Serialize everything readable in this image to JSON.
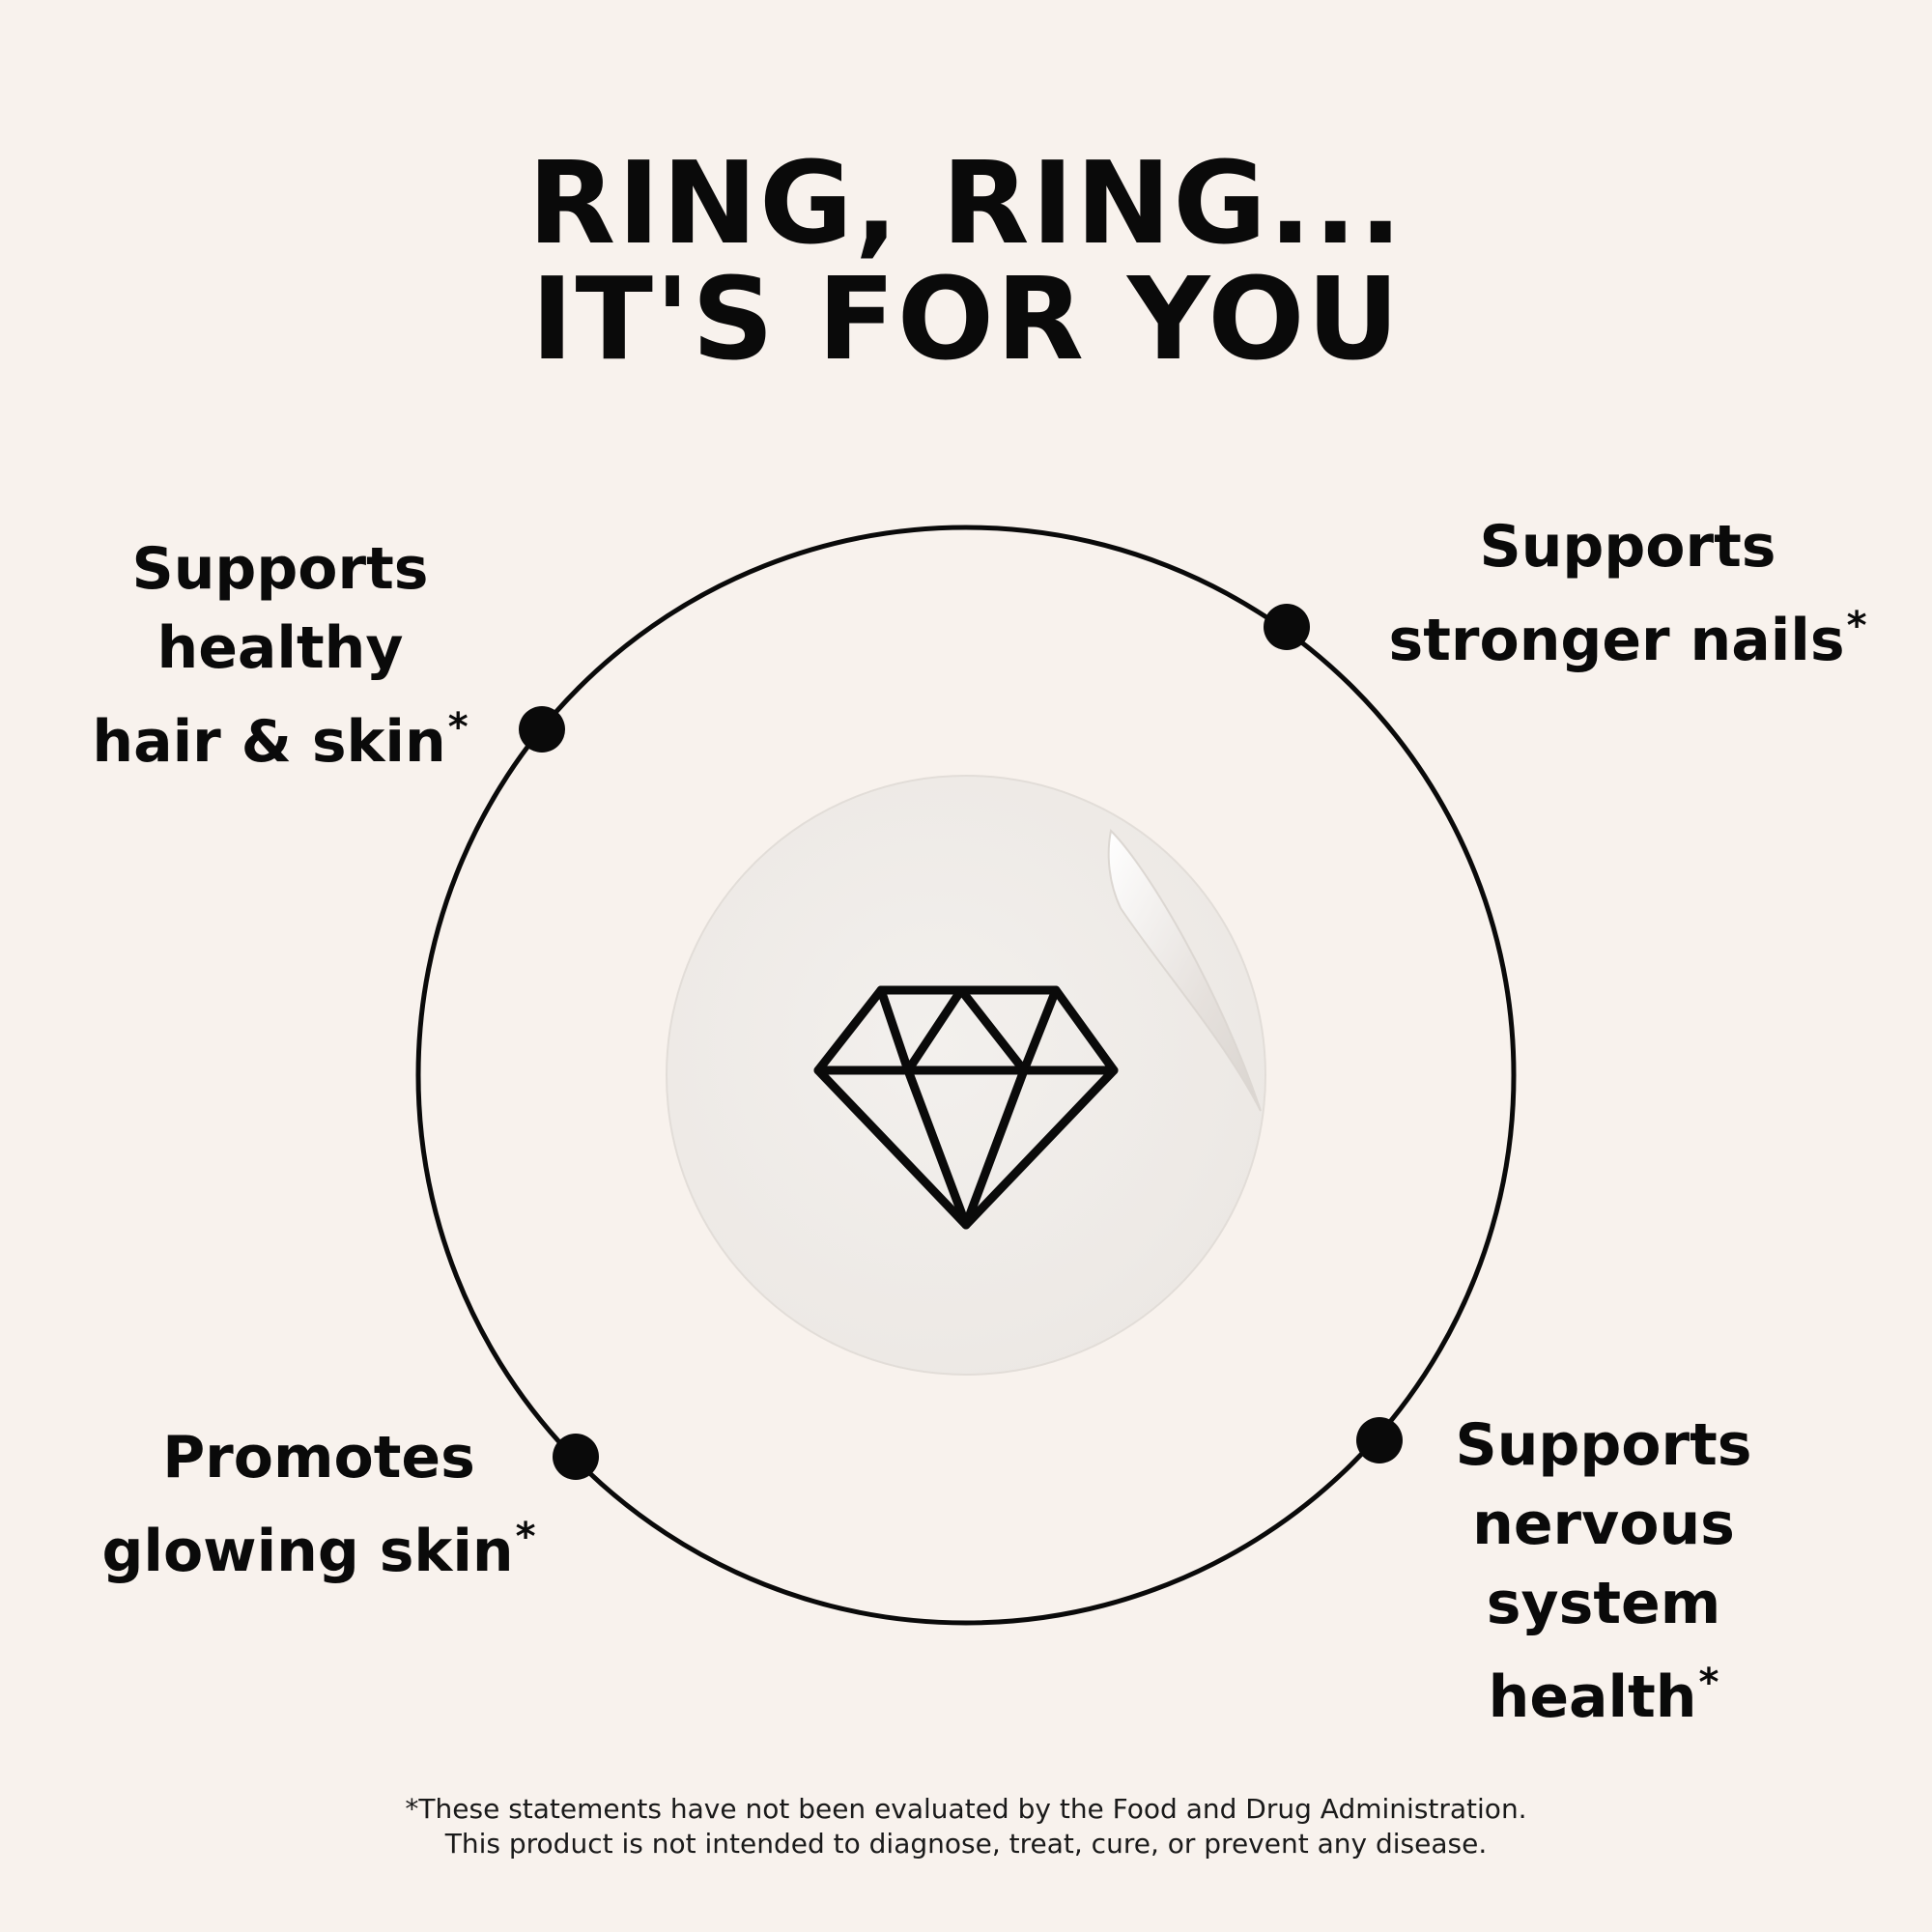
{
  "headline": {
    "line1": "RING, RING...",
    "line2": "IT'S FOR YOU"
  },
  "center_icon": "diamond-icon",
  "benefits": {
    "top_left": {
      "lines": [
        "Supports",
        "healthy",
        "hair & skin"
      ],
      "mark": "*"
    },
    "top_right": {
      "lines": [
        "Supports",
        "stronger nails"
      ],
      "mark": "*"
    },
    "bottom_left": {
      "lines": [
        "Promotes",
        "glowing skin"
      ],
      "mark": "*"
    },
    "bottom_right": {
      "lines": [
        "Supports",
        "nervous",
        "system",
        "health"
      ],
      "mark": "*"
    }
  },
  "disclaimer": {
    "line1": "*These statements have not been evaluated by the Food and Drug Administration.",
    "line2": "This product is not intended to diagnose, treat, cure, or prevent any disease."
  },
  "colors": {
    "background": "#f8f2ed",
    "ink": "#0a0a0a",
    "sticker": "#f1edea"
  }
}
